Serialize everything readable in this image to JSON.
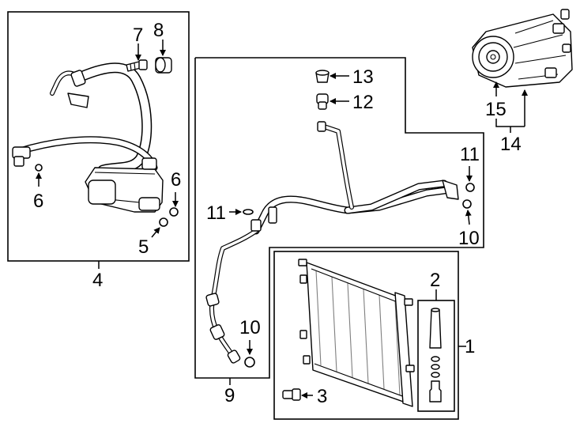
{
  "callouts": {
    "c1": "1",
    "c2": "2",
    "c3": "3",
    "c4": "4",
    "c5": "5",
    "c6a": "6",
    "c6b": "6",
    "c7": "7",
    "c8": "8",
    "c9": "9",
    "c10a": "10",
    "c10b": "10",
    "c11a": "11",
    "c11b": "11",
    "c12": "12",
    "c13": "13",
    "c14": "14",
    "c15": "15"
  }
}
